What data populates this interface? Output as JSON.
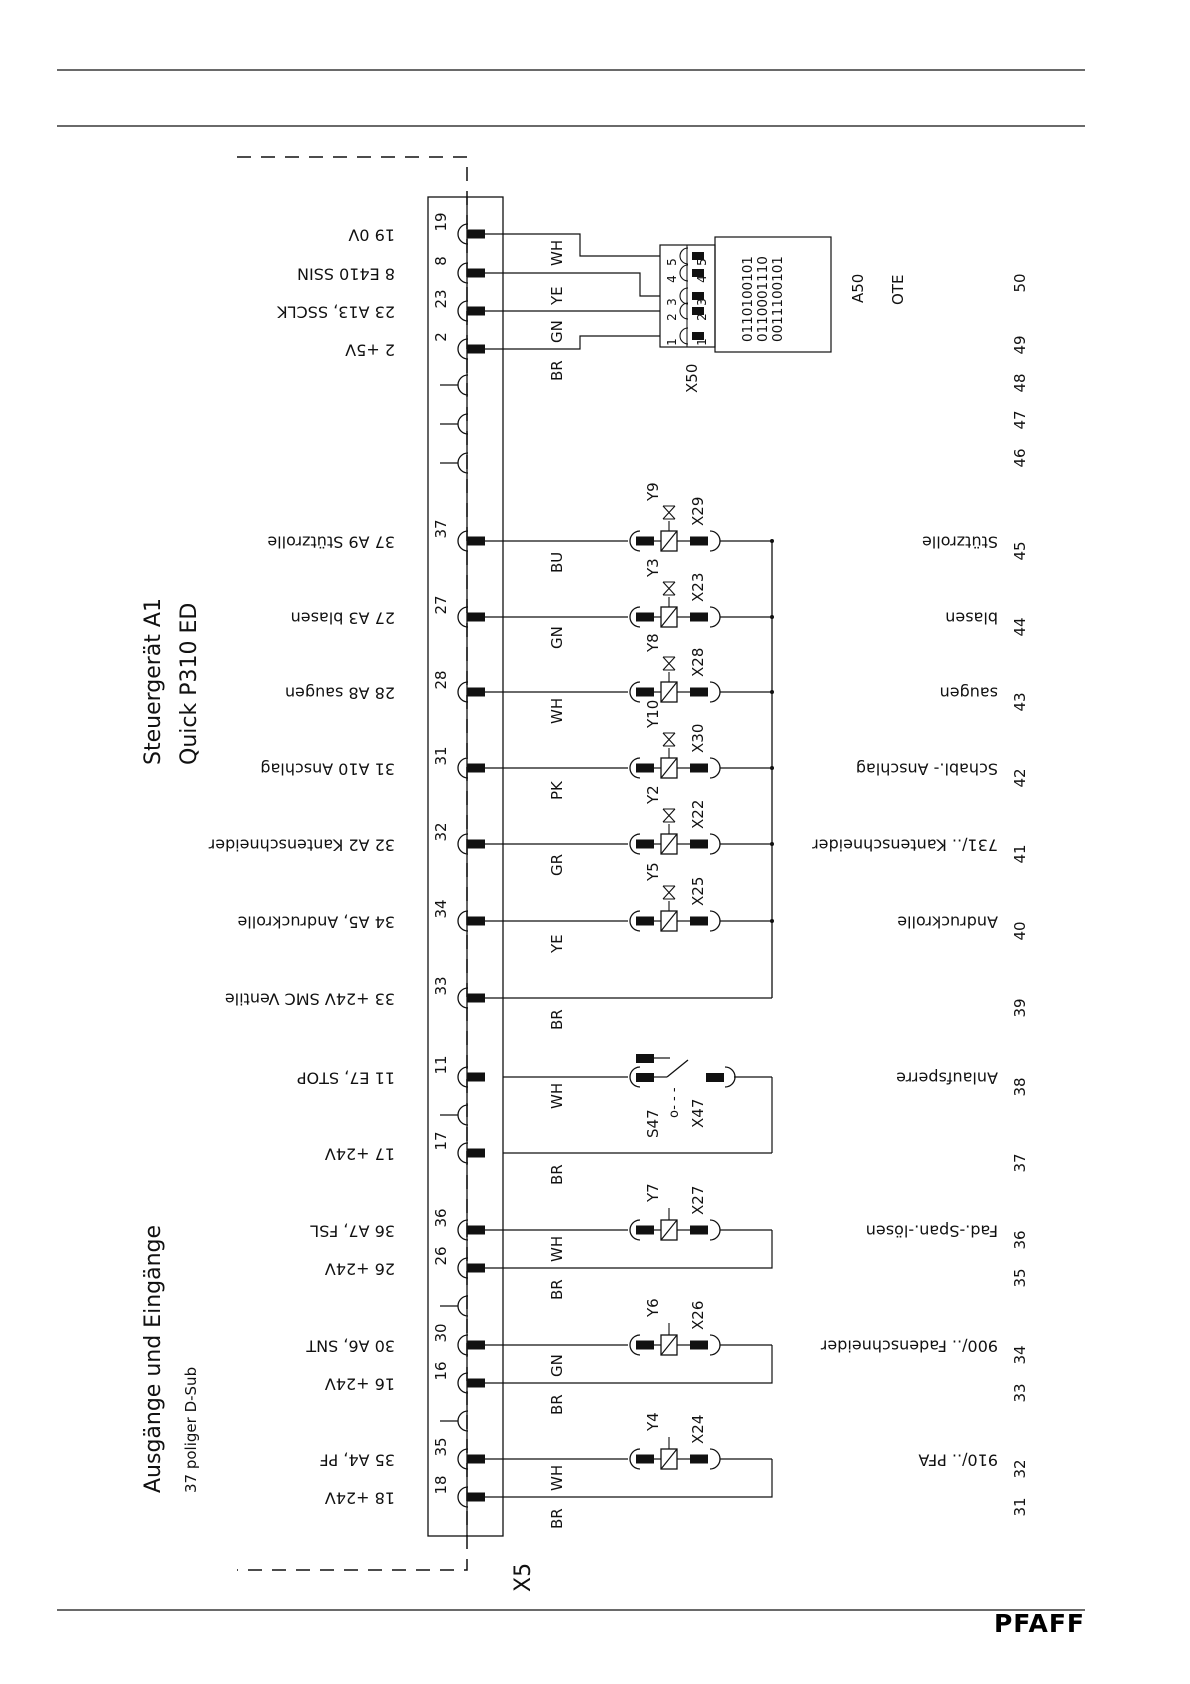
{
  "brand": "PFAFF",
  "controller": {
    "title_line1": "Steuergerät A1",
    "title_line2": "Quick P310 ED",
    "connector_title": "Ausgänge und Eingänge",
    "connector_subtitle": "37 poliger D-Sub",
    "connector_label": "X5"
  },
  "rows": [
    {
      "key": "r19",
      "pin": "19",
      "signal": "19 0V",
      "wire": "WH",
      "load": "",
      "col": ""
    },
    {
      "key": "r8",
      "pin": "8",
      "signal": "8 E410 SSIN",
      "wire": "YE",
      "load": "",
      "col": ""
    },
    {
      "key": "r23",
      "pin": "23",
      "signal": "23 A13, SSCLK",
      "wire": "GN",
      "load": "",
      "col": ""
    },
    {
      "key": "r2",
      "pin": "2",
      "signal": "2 +5V",
      "wire": "BR",
      "load": "",
      "col": ""
    },
    {
      "key": "r37",
      "pin": "37",
      "signal": "37 A9 Stützrolle",
      "wire": "BU",
      "load": "Stützrolle",
      "col": "45"
    },
    {
      "key": "r27",
      "pin": "27",
      "signal": "27 A3 blasen",
      "wire": "GN",
      "load": "blasen",
      "col": "44"
    },
    {
      "key": "r28",
      "pin": "28",
      "signal": "28 A8 saugen",
      "wire": "WH",
      "load": "saugen",
      "col": "43"
    },
    {
      "key": "r31",
      "pin": "31",
      "signal": "31 A10 Anschlag",
      "wire": "PK",
      "load": "Schabl.- Anschlag",
      "col": "42"
    },
    {
      "key": "r32",
      "pin": "32",
      "signal": "32 A2 Kantenschneider",
      "wire": "GR",
      "load": "731/.. Kantenschneider",
      "col": "41"
    },
    {
      "key": "r34",
      "pin": "34",
      "signal": "34 A5, Andruckrolle",
      "wire": "YE",
      "load": "Andruckrolle",
      "col": "40"
    },
    {
      "key": "r33",
      "pin": "33",
      "signal": "33 +24V SMC Ventile",
      "wire": "BR",
      "load": "",
      "col": "39"
    },
    {
      "key": "r11",
      "pin": "11",
      "signal": "11 E7, STOP",
      "wire": "WH",
      "load": "Anlaufsperre",
      "col": "38"
    },
    {
      "key": "r17",
      "pin": "17",
      "signal": "17 +24V",
      "wire": "BR",
      "load": "",
      "col": "37"
    },
    {
      "key": "r36",
      "pin": "36",
      "signal": "36 A7, FSL",
      "wire": "WH",
      "load": "Fad.-Span.-lösen",
      "col": "36"
    },
    {
      "key": "r26",
      "pin": "26",
      "signal": "26 +24V",
      "wire": "BR",
      "load": "",
      "col": "35"
    },
    {
      "key": "r30",
      "pin": "30",
      "signal": "30 A6, SNT",
      "wire": "GN",
      "load": "900/.. Fadenschneider",
      "col": "34"
    },
    {
      "key": "r16",
      "pin": "16",
      "signal": "16 +24V",
      "wire": "BR",
      "load": "",
      "col": "33"
    },
    {
      "key": "r35",
      "pin": "35",
      "signal": "35 A4, PF",
      "wire": "WH",
      "load": "910/.. PFA",
      "col": "32"
    },
    {
      "key": "r18",
      "pin": "18",
      "signal": "18 +24V",
      "wire": "BR",
      "load": "",
      "col": "31"
    }
  ],
  "valves": [
    {
      "key": "y9",
      "coil": "Y9",
      "plug": "X29"
    },
    {
      "key": "y3",
      "coil": "Y3",
      "plug": "X23"
    },
    {
      "key": "y8",
      "coil": "Y8",
      "plug": "X28"
    },
    {
      "key": "y10",
      "coil": "Y10",
      "plug": "X30"
    },
    {
      "key": "y2",
      "coil": "Y2",
      "plug": "X22"
    },
    {
      "key": "y5",
      "coil": "Y5",
      "plug": "X25"
    },
    {
      "key": "y7",
      "coil": "Y7",
      "plug": "X27"
    },
    {
      "key": "y6",
      "coil": "Y6",
      "plug": "X26"
    },
    {
      "key": "y4",
      "coil": "Y4",
      "plug": "X24"
    }
  ],
  "switch": {
    "label": "S47",
    "plug": "X47"
  },
  "module": {
    "name": "A50",
    "type": "OTE",
    "connector": "X50",
    "bits": [
      "0110100101",
      "0110001110",
      "0011100101"
    ],
    "pins_left": [
      "1",
      "2",
      "3",
      "4",
      "5"
    ],
    "pins_right": [
      "1",
      "2",
      "3",
      "4",
      "5"
    ]
  },
  "empty_cols": [
    "50",
    "49",
    "48",
    "47",
    "46"
  ]
}
